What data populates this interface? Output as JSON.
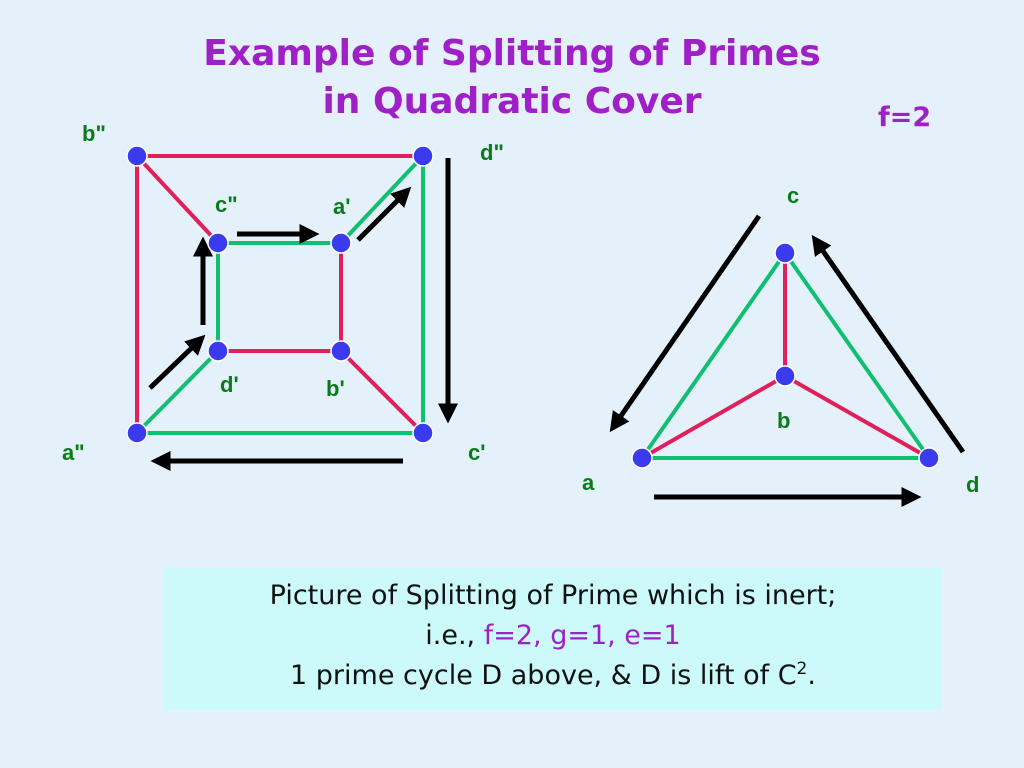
{
  "title": {
    "line1": "Example of Splitting of Primes",
    "line2": "in Quadratic Cover"
  },
  "f_label": "f=2",
  "colors": {
    "pink": "#e0205a",
    "green": "#10c070",
    "node": "#3a3aee",
    "label_green": "#0a7a1a",
    "title_purple": "#a020c8",
    "arrow": "#000000"
  },
  "cover_graph": {
    "labels": {
      "b2": "b\"",
      "d2": "d\"",
      "c2": "c\"",
      "a1": "a'",
      "d1": "d'",
      "b1": "b'",
      "a2": "a\"",
      "c1": "c'"
    }
  },
  "base_graph": {
    "labels": {
      "c": "c",
      "b": "b",
      "a": "a",
      "d": "d"
    }
  },
  "caption": {
    "line1": "Picture of Splitting of Prime which is inert;",
    "line2_prefix": "i.e., ",
    "line2_values": "f=2, g=1, e=1",
    "line3_prefix": "1 prime cycle D above, & D is lift of C",
    "line3_sup": "2",
    "line3_suffix": "."
  }
}
